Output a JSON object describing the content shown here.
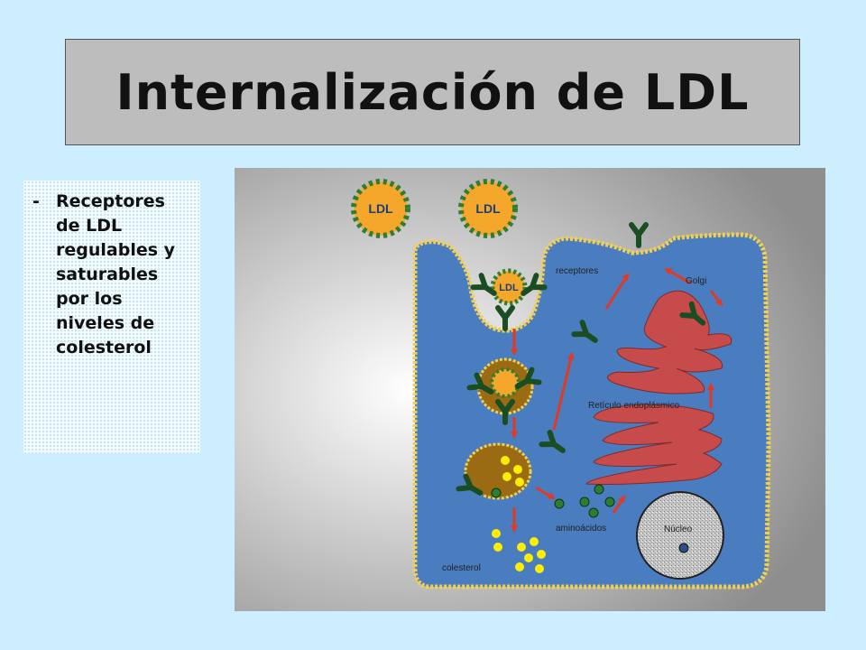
{
  "slide": {
    "title": "Internalización de LDL",
    "bullet": {
      "marker": "-",
      "text": "Receptores de LDL regulables y saturables por los niveles de colesterol"
    }
  },
  "diagram": {
    "ldl_label": "LDL",
    "labels": {
      "receptores": "receptores",
      "golgi": "Golgi",
      "reticulo": "Retículo endoplásmico",
      "aminoacidos": "aminoácidos",
      "colesterol": "colesterol",
      "nucleo": "Núcleo"
    },
    "colors": {
      "cell": "#4a7cc0",
      "membrane": "#f2d04c",
      "ldl_core": "#f4a72a",
      "ldl_dots": "#2e7d32",
      "receptor": "#1b4d23",
      "organelle": "#c84b4b",
      "arrow": "#e03a26",
      "vesicle": "#9a6b12",
      "cholesterol": "#ffee00",
      "nucleus": "#bdbdbd"
    }
  }
}
